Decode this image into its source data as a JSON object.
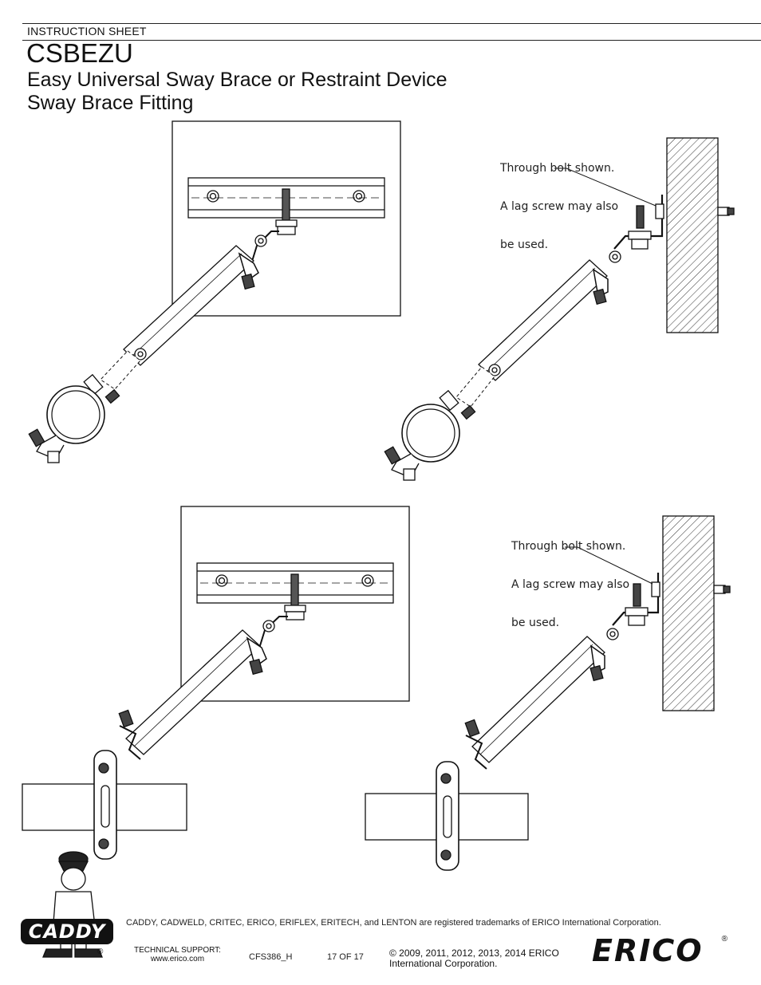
{
  "header": {
    "sheet_label": "INSTRUCTION SHEET",
    "model": "CSBEZU",
    "subtitle_1": "Easy Universal Sway Brace or Restraint Device",
    "subtitle_2": "Sway Brace Fitting"
  },
  "figures": {
    "top_right_note": [
      "Through bolt shown.",
      "A lag screw may also",
      "be used."
    ],
    "bottom_right_note": [
      "Through bolt shown.",
      "A lag screw may also",
      "be used."
    ]
  },
  "footer": {
    "trademark_text": "CADDY, CADWELD, CRITEC, ERICO, ERIFLEX, ERITECH, and LENTON are registered trademarks of ERICO International Corporation.",
    "tech_support_label": "TECHNICAL SUPPORT:",
    "tech_support_url": "www.erico.com",
    "doc_id": "CFS386_H",
    "page_indicator": "17 OF 17",
    "copyright_line_1": "© 2009, 2011, 2012, 2013, 2014 ERICO",
    "copyright_line_2": "International Corporation.",
    "caddy_logo_text": "CADDY",
    "erico_logo_text": "ERICO",
    "registered_mark": "®"
  }
}
